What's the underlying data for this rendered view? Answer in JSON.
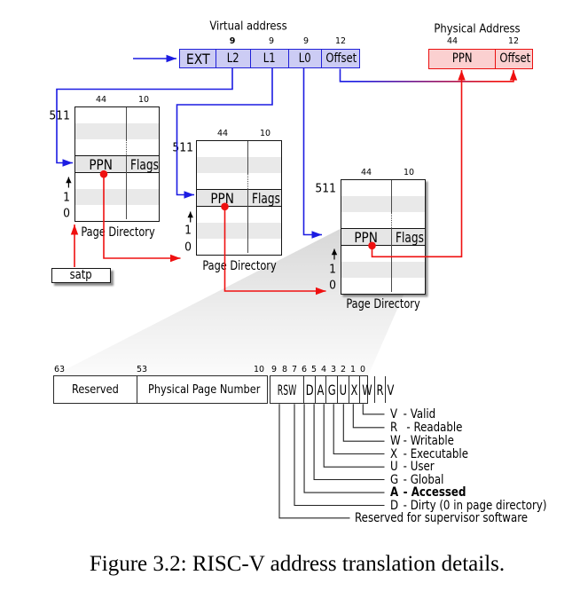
{
  "colors": {
    "blue": "#1c1ce2",
    "red": "#ef1010",
    "va_fill": "#ccccf4",
    "va_border": "#2020d8",
    "pa_fill": "#fbd0d0",
    "pa_border": "#ea0f0f",
    "table_border": "#141414",
    "divider": "#4a4a4a",
    "stripe": "#e9e9e9",
    "entry_row": "#e6e6e6",
    "legend_line": "#222222"
  },
  "virtual_address": {
    "title": "Virtual address",
    "fields": [
      {
        "label": "EXT",
        "bits": ""
      },
      {
        "label": "L2",
        "bits": "9"
      },
      {
        "label": "L1",
        "bits": "9"
      },
      {
        "label": "L0",
        "bits": "9"
      },
      {
        "label": "Offset",
        "bits": "12"
      }
    ]
  },
  "physical_address": {
    "title": "Physical Address",
    "fields": [
      {
        "label": "PPN",
        "bits": "44"
      },
      {
        "label": "Offset",
        "bits": "12"
      }
    ]
  },
  "page_tables": [
    {
      "top_index": "511",
      "ppn_width": "44",
      "flags_width": "10",
      "entry_ppn": "PPN",
      "entry_flags": "Flags",
      "index_1": "1",
      "index_0": "0",
      "caption": "Page Directory"
    },
    {
      "top_index": "511",
      "ppn_width": "44",
      "flags_width": "10",
      "entry_ppn": "PPN",
      "entry_flags": "Flags",
      "index_1": "1",
      "index_0": "0",
      "caption": "Page Directory"
    },
    {
      "top_index": "511",
      "ppn_width": "44",
      "flags_width": "10",
      "entry_ppn": "PPN",
      "entry_flags": "Flags",
      "index_1": "1",
      "index_0": "0",
      "caption": "Page Directory"
    }
  ],
  "satp_label": "satp",
  "pte": {
    "field_numbers": [
      "63",
      "53",
      "10"
    ],
    "bit_numbers": [
      "9",
      "8",
      "7",
      "6",
      "5",
      "4",
      "3",
      "2",
      "1",
      "0"
    ],
    "reserved_label": "Reserved",
    "ppn_label": "Physical Page Number",
    "flag_labels": [
      "RSW",
      "D",
      "A",
      "G",
      "U",
      "X",
      "W",
      "R",
      "V"
    ]
  },
  "legend": [
    {
      "letter": "V",
      "desc": "- Valid"
    },
    {
      "letter": "R",
      "desc": " - Readable"
    },
    {
      "letter": "W",
      "desc": "- Writable"
    },
    {
      "letter": "X",
      "desc": "- Executable"
    },
    {
      "letter": "U",
      "desc": "- User"
    },
    {
      "letter": "G",
      "desc": "- Global"
    },
    {
      "letter": "A",
      "desc": "- Accessed"
    },
    {
      "letter": "D",
      "desc": "- Dirty (0 in page directory)"
    },
    {
      "letter": "",
      "desc": "Reserved for supervisor software"
    }
  ],
  "caption": "Figure 3.2: RISC-V address translation details."
}
